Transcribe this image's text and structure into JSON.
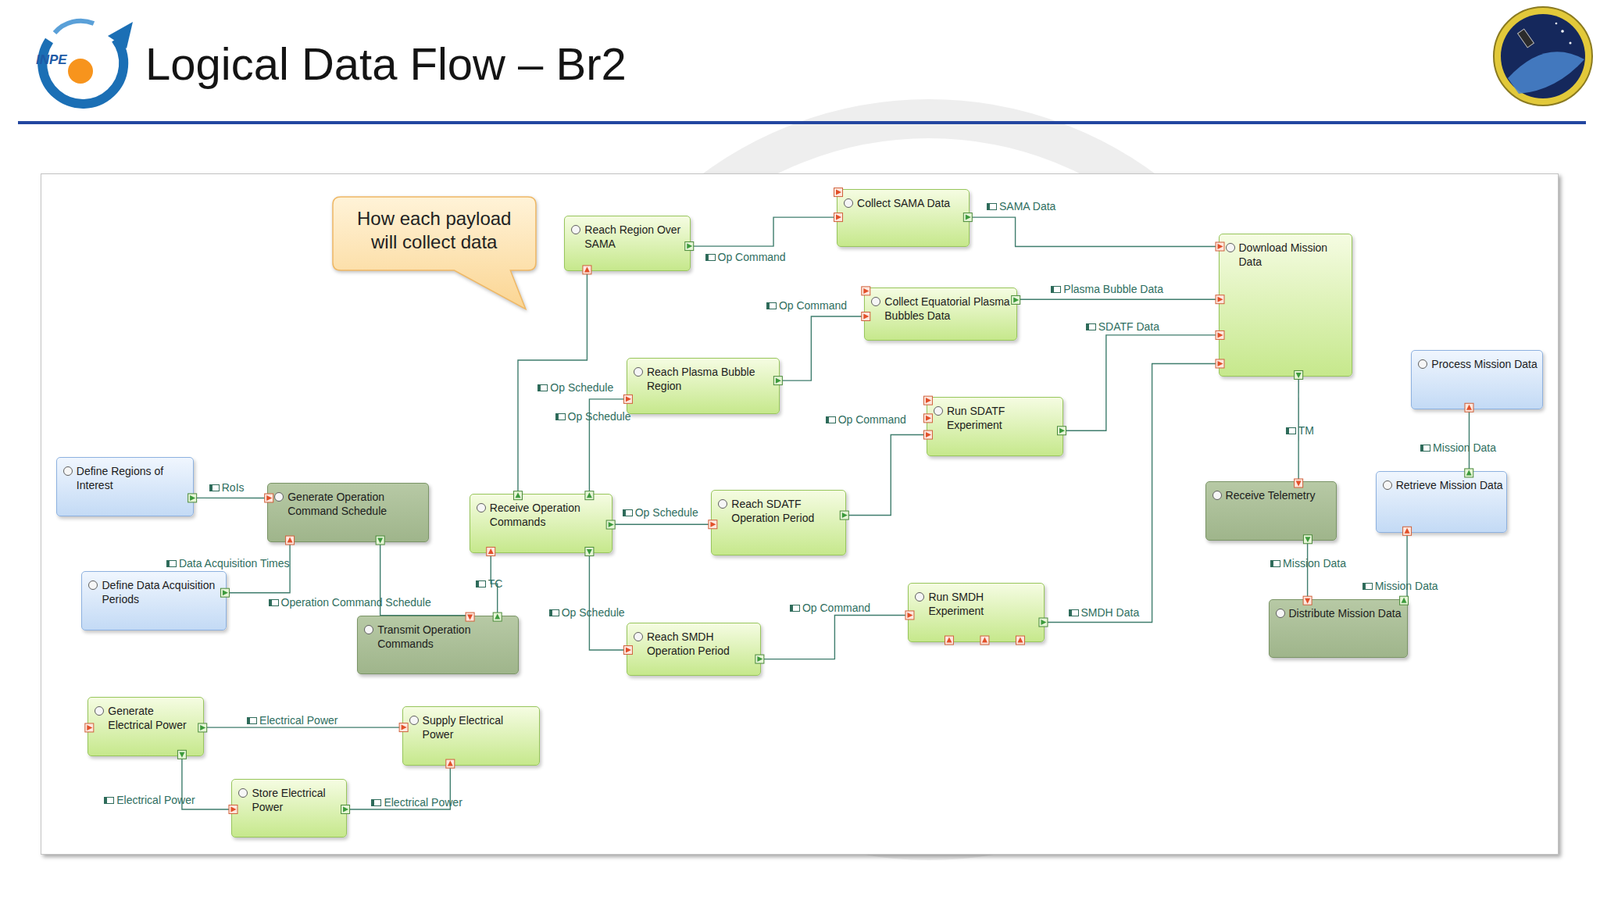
{
  "diagram": {
    "title": "Logical Data Flow – Br2",
    "nodes": [
      {
        "text": [
          "How each payload will collect data"
        ]
      },
      {
        "text": [
          "Reach Region Over SAMA"
        ]
      },
      {
        "text": [
          "Collect SAMA Data"
        ]
      },
      {
        "text": [
          "Download Mission Data"
        ]
      },
      {
        "text": [
          "Collect Equatorial Plasma Bubbles Data"
        ]
      },
      {
        "text": [
          "Reach Plasma Bubble Region"
        ]
      },
      {
        "text": [
          "Process Mission Data"
        ]
      },
      {
        "text": [
          "Run SDATF Experiment"
        ]
      },
      {
        "text": [
          "Define Regions of Interest"
        ]
      },
      {
        "text": [
          "Generate Operation Command Schedule"
        ]
      },
      {
        "text": [
          "Receive Operation Commands"
        ]
      },
      {
        "text": [
          "Reach SDATF Operation Period"
        ]
      },
      {
        "text": [
          "Receive Telemetry"
        ]
      },
      {
        "text": [
          "Retrieve Mission Data"
        ]
      },
      {
        "text": [
          "Define Data Acquisition Periods"
        ]
      },
      {
        "text": [
          "Run SMDH Experiment"
        ]
      },
      {
        "text": [
          "Distribute Mission Data"
        ]
      },
      {
        "text": [
          "Transmit Operation Commands"
        ]
      },
      {
        "text": [
          "Reach SMDH Operation Period"
        ]
      },
      {
        "text": [
          "Generate Electrical Power"
        ]
      },
      {
        "text": [
          "Supply Electrical Power"
        ]
      },
      {
        "text": [
          "Store Electrical Power"
        ]
      }
    ],
    "edges": [
      {
        "from": 8,
        "to": 9,
        "label": "RoIs",
        "arrow": "to"
      },
      {
        "from": 14,
        "to": 9,
        "label": "Data Acquisition Times",
        "arrow": "to"
      },
      {
        "from": 9,
        "to": 17,
        "label": "Operation Command Schedule",
        "arrow": "to"
      },
      {
        "from": 17,
        "to": 10,
        "label": "TC",
        "arrow": "to"
      },
      {
        "from": 10,
        "to": 1,
        "label": "Op Schedule",
        "arrow": "to"
      },
      {
        "from": 10,
        "to": 5,
        "label": "Op Schedule",
        "arrow": "to"
      },
      {
        "from": 10,
        "to": 11,
        "label": "Op Schedule",
        "arrow": "to"
      },
      {
        "from": 10,
        "to": 18,
        "label": "Op Schedule",
        "arrow": "to"
      },
      {
        "from": 1,
        "to": 2,
        "label": "Op Command",
        "arrow": "to"
      },
      {
        "from": 5,
        "to": 4,
        "label": "Op Command",
        "arrow": "to"
      },
      {
        "from": 11,
        "to": 7,
        "label": "Op Command",
        "arrow": "to"
      },
      {
        "from": 18,
        "to": 15,
        "label": "Op Command",
        "arrow": "to"
      },
      {
        "from": 2,
        "to": 3,
        "label": "SAMA Data",
        "arrow": "to"
      },
      {
        "from": 4,
        "to": 3,
        "label": "Plasma Bubble Data",
        "arrow": "to"
      },
      {
        "from": 7,
        "to": 3,
        "label": "SDATF Data",
        "arrow": "to"
      },
      {
        "from": 15,
        "to": 3,
        "label": "SMDH Data",
        "arrow": "to"
      },
      {
        "from": 3,
        "to": 12,
        "label": "TM",
        "arrow": "to"
      },
      {
        "from": 12,
        "to": 16,
        "label": "Mission Data",
        "arrow": "to"
      },
      {
        "from": 16,
        "to": 13,
        "label": "Mission Data",
        "arrow": "to"
      },
      {
        "from": 13,
        "to": 6,
        "label": "Mission Data",
        "arrow": "to"
      },
      {
        "from": 19,
        "to": 20,
        "label": "Electrical Power",
        "arrow": "to"
      },
      {
        "from": 19,
        "to": 21,
        "label": "Electrical Power",
        "arrow": "to"
      },
      {
        "from": 21,
        "to": 20,
        "label": "Electrical Power",
        "arrow": "to"
      }
    ],
    "labels": [
      "INPE"
    ]
  }
}
